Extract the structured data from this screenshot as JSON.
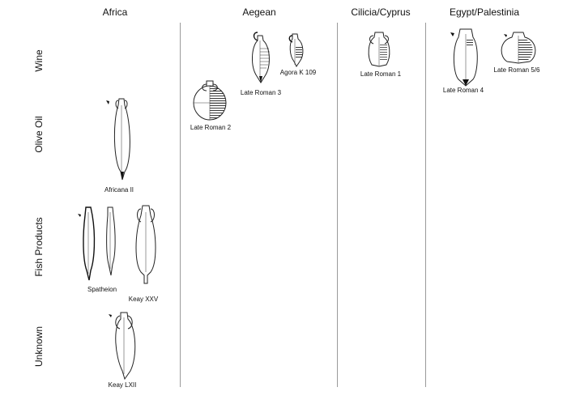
{
  "columns": [
    "Africa",
    "Aegean",
    "Cilicia/Cyprus",
    "Egypt/Palestinia"
  ],
  "rows": [
    "Wine",
    "Olive Oil",
    "Fish Products",
    "Unknown"
  ],
  "amphorae": {
    "africana_ii": "Africana II",
    "spatheion": "Spatheion",
    "keay_xxv": "Keay XXV",
    "keay_lxii": "Keay LXII",
    "late_roman_3": "Late Roman 3",
    "agora_k109": "Agora K 109",
    "late_roman_2": "Late Roman 2",
    "late_roman_1": "Late Roman 1",
    "late_roman_4": "Late Roman 4",
    "late_roman_5_6": "Late Roman 5/6"
  }
}
